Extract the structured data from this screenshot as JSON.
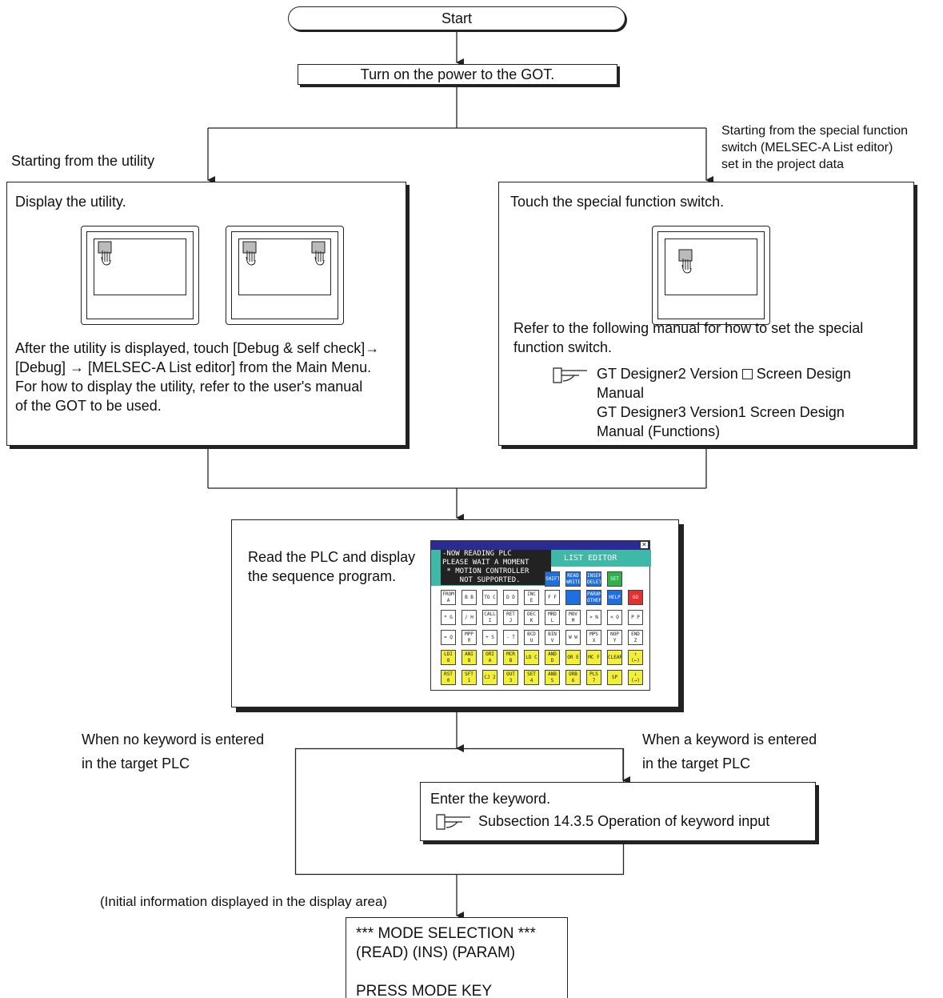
{
  "start": "Start",
  "power_on": "Turn on the power to the GOT.",
  "left_branch": {
    "caption": "Starting from the utility",
    "heading": "Display the utility.",
    "text": [
      "After the utility is displayed, touch [Debug & self check]→",
      "[Debug] → [MELSEC-A List editor] from the Main Menu.",
      "For how to display the utility, refer to the user's manual",
      "of the GOT to be used."
    ]
  },
  "right_branch": {
    "caption": [
      "Starting from the special function",
      "switch (MELSEC-A List editor)",
      "set in the project data"
    ],
    "heading": "Touch the special function switch.",
    "text": [
      "Refer to the following manual for how to set the special",
      "function switch."
    ],
    "ref1_a": "GT Designer2 Version",
    "ref1_b": "Screen Design",
    "ref1_c": "Manual",
    "ref2_a": "GT Designer3 Version1 Screen Design",
    "ref2_b": "Manual (Functions)"
  },
  "read_plc": {
    "text": [
      "Read the PLC and display",
      "the sequence program."
    ],
    "got": {
      "close": "×",
      "message": "-NOW READING PLC\nPLEASE WAIT A MOMENT\n * MOTION CONTROLLER\n    NOT SUPPORTED.",
      "title": "LIST EDITOR",
      "keys": [
        [
          "SHIFT",
          "b",
          5,
          0
        ],
        [
          "READ WRITE",
          "b",
          6,
          0
        ],
        [
          "INSERT DELETE",
          "b",
          7,
          0
        ],
        [
          "SET",
          "g",
          8,
          0
        ],
        [
          "FROM A",
          "w",
          0,
          1
        ],
        [
          "B B",
          "w",
          1,
          1
        ],
        [
          "TO C",
          "w",
          2,
          1
        ],
        [
          "D D",
          "w",
          3,
          1
        ],
        [
          "INC E",
          "w",
          4,
          1
        ],
        [
          "F F",
          "w",
          5,
          1
        ],
        [
          "",
          "b",
          6,
          1
        ],
        [
          "PARAM OTHER",
          "b",
          7,
          1
        ],
        [
          "HELP",
          "b",
          8,
          1
        ],
        [
          "GO",
          "r",
          9,
          1
        ],
        [
          "* G",
          "w",
          0,
          2
        ],
        [
          "/ H",
          "w",
          1,
          2
        ],
        [
          "CALL I",
          "w",
          2,
          2
        ],
        [
          "RET J",
          "w",
          3,
          2
        ],
        [
          "DEC K",
          "w",
          4,
          2
        ],
        [
          "MRD L",
          "w",
          5,
          2
        ],
        [
          "MOV M",
          "w",
          6,
          2
        ],
        [
          "> N",
          "w",
          7,
          2
        ],
        [
          "< O",
          "w",
          8,
          2
        ],
        [
          "P P",
          "w",
          9,
          2
        ],
        [
          "= Q",
          "w",
          0,
          3
        ],
        [
          "MPP R",
          "w",
          1,
          3
        ],
        [
          "+ S",
          "w",
          2,
          3
        ],
        [
          "- T",
          "w",
          3,
          3
        ],
        [
          "BCD U",
          "w",
          4,
          3
        ],
        [
          "BIN V",
          "w",
          5,
          3
        ],
        [
          "W W",
          "w",
          6,
          3
        ],
        [
          "MPS X",
          "w",
          7,
          3
        ],
        [
          "NOP Y",
          "w",
          8,
          3
        ],
        [
          "END Z",
          "w",
          9,
          3
        ],
        [
          "LDI 8",
          "y",
          0,
          4
        ],
        [
          "ANI 8",
          "y",
          1,
          4
        ],
        [
          "ORI A",
          "y",
          2,
          4
        ],
        [
          "MCR B",
          "y",
          3,
          4
        ],
        [
          "LD C",
          "y",
          4,
          4
        ],
        [
          "AND D",
          "y",
          5,
          4
        ],
        [
          "OR E",
          "y",
          6,
          4
        ],
        [
          "MC F",
          "y",
          7,
          4
        ],
        [
          "CLEAR",
          "y",
          8,
          4
        ],
        [
          "↑ (←)",
          "y",
          9,
          4
        ],
        [
          "RST 0",
          "y",
          0,
          5
        ],
        [
          "SFT 1",
          "y",
          1,
          5
        ],
        [
          "CJ 2",
          "y",
          2,
          5
        ],
        [
          "OUT 3",
          "y",
          3,
          5
        ],
        [
          "SET 4",
          "y",
          4,
          5
        ],
        [
          "ANB 5",
          "y",
          5,
          5
        ],
        [
          "ORB 6",
          "y",
          6,
          5
        ],
        [
          "PLS 7",
          "y",
          7,
          5
        ],
        [
          "SP",
          "y",
          8,
          5
        ],
        [
          "↓ (→)",
          "y",
          9,
          5
        ]
      ]
    }
  },
  "keyword": {
    "left_caption": [
      "When no keyword is entered",
      "in the target PLC"
    ],
    "right_caption": [
      "When a keyword is entered",
      "in the target PLC"
    ],
    "heading": "Enter the keyword.",
    "ref": "Subsection 14.3.5 Operation of keyword input"
  },
  "initial_info_caption": "(Initial information displayed in the display area)",
  "mode": {
    "line1": "*** MODE SELECTION ***",
    "line2": "(READ)  (INS)  (PARAM)",
    "line3": "PRESS MODE KEY"
  }
}
